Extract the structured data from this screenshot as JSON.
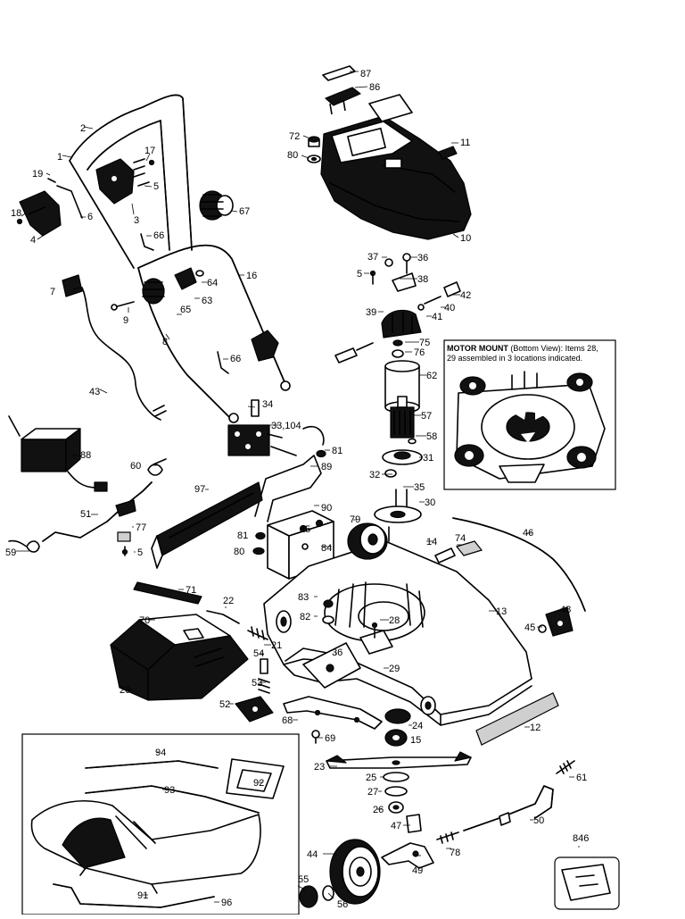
{
  "inset_motor_mount": {
    "title_bold": "MOTOR MOUNT",
    "title_rest": " (Bottom View): Items 28,",
    "line2": "29 assembled in 3 locations indicated."
  },
  "parts": [
    {
      "id": "p87",
      "label": "87"
    },
    {
      "id": "p86",
      "label": "86"
    },
    {
      "id": "p72",
      "label": "72"
    },
    {
      "id": "p80a",
      "label": "80"
    },
    {
      "id": "p11",
      "label": "11"
    },
    {
      "id": "p10",
      "label": "10"
    },
    {
      "id": "p2",
      "label": "2"
    },
    {
      "id": "p1",
      "label": "1"
    },
    {
      "id": "p17",
      "label": "17"
    },
    {
      "id": "p19",
      "label": "19"
    },
    {
      "id": "p5a",
      "label": "5"
    },
    {
      "id": "p6",
      "label": "6"
    },
    {
      "id": "p18",
      "label": "18"
    },
    {
      "id": "p3",
      "label": "3"
    },
    {
      "id": "p4",
      "label": "4"
    },
    {
      "id": "p67",
      "label": "67"
    },
    {
      "id": "p66a",
      "label": "66"
    },
    {
      "id": "p16",
      "label": "16"
    },
    {
      "id": "p64",
      "label": "64"
    },
    {
      "id": "p7",
      "label": "7"
    },
    {
      "id": "p63",
      "label": "63"
    },
    {
      "id": "p9",
      "label": "9"
    },
    {
      "id": "p65",
      "label": "65"
    },
    {
      "id": "p8",
      "label": "8"
    },
    {
      "id": "p66b",
      "label": "66"
    },
    {
      "id": "p43",
      "label": "43"
    },
    {
      "id": "p34",
      "label": "34"
    },
    {
      "id": "p33",
      "label": "33,104"
    },
    {
      "id": "p88",
      "label": "88"
    },
    {
      "id": "p81a",
      "label": "81"
    },
    {
      "id": "p89",
      "label": "89"
    },
    {
      "id": "p60",
      "label": "60"
    },
    {
      "id": "p97",
      "label": "97"
    },
    {
      "id": "p90",
      "label": "90"
    },
    {
      "id": "p51",
      "label": "51"
    },
    {
      "id": "p77",
      "label": "77"
    },
    {
      "id": "p5b",
      "label": "5"
    },
    {
      "id": "p59",
      "label": "59"
    },
    {
      "id": "p81b",
      "label": "81"
    },
    {
      "id": "p85",
      "label": "85"
    },
    {
      "id": "p80b",
      "label": "80"
    },
    {
      "id": "p84",
      "label": "84"
    },
    {
      "id": "p79",
      "label": "79"
    },
    {
      "id": "p37",
      "label": "37"
    },
    {
      "id": "p36a",
      "label": "36"
    },
    {
      "id": "p5c",
      "label": "5"
    },
    {
      "id": "p38",
      "label": "38"
    },
    {
      "id": "p42",
      "label": "42"
    },
    {
      "id": "p40",
      "label": "40"
    },
    {
      "id": "p39",
      "label": "39"
    },
    {
      "id": "p41",
      "label": "41"
    },
    {
      "id": "p75",
      "label": "75"
    },
    {
      "id": "p76",
      "label": "76"
    },
    {
      "id": "p62",
      "label": "62"
    },
    {
      "id": "p57",
      "label": "57"
    },
    {
      "id": "p58",
      "label": "58"
    },
    {
      "id": "p31",
      "label": "31"
    },
    {
      "id": "p32",
      "label": "32"
    },
    {
      "id": "p35",
      "label": "35"
    },
    {
      "id": "p30",
      "label": "30"
    },
    {
      "id": "p46",
      "label": "46"
    },
    {
      "id": "p14",
      "label": "14"
    },
    {
      "id": "p74",
      "label": "74"
    },
    {
      "id": "p71",
      "label": "71"
    },
    {
      "id": "p22",
      "label": "22"
    },
    {
      "id": "p83",
      "label": "83"
    },
    {
      "id": "p82",
      "label": "82"
    },
    {
      "id": "p13",
      "label": "13"
    },
    {
      "id": "p48",
      "label": "48"
    },
    {
      "id": "p45",
      "label": "45"
    },
    {
      "id": "p70",
      "label": "70"
    },
    {
      "id": "p21",
      "label": "21"
    },
    {
      "id": "p28",
      "label": "28"
    },
    {
      "id": "p36b",
      "label": "36"
    },
    {
      "id": "p29",
      "label": "29"
    },
    {
      "id": "p54",
      "label": "54"
    },
    {
      "id": "p20",
      "label": "20"
    },
    {
      "id": "p53",
      "label": "53"
    },
    {
      "id": "p52",
      "label": "52"
    },
    {
      "id": "p68",
      "label": "68"
    },
    {
      "id": "p24",
      "label": "24"
    },
    {
      "id": "p12",
      "label": "12"
    },
    {
      "id": "p69",
      "label": "69"
    },
    {
      "id": "p15",
      "label": "15"
    },
    {
      "id": "p94",
      "label": "94"
    },
    {
      "id": "p23",
      "label": "23"
    },
    {
      "id": "p61",
      "label": "61"
    },
    {
      "id": "p92",
      "label": "92"
    },
    {
      "id": "p25",
      "label": "25"
    },
    {
      "id": "p93",
      "label": "93"
    },
    {
      "id": "p27",
      "label": "27"
    },
    {
      "id": "p26",
      "label": "26"
    },
    {
      "id": "p50",
      "label": "50"
    },
    {
      "id": "p47",
      "label": "47"
    },
    {
      "id": "p846",
      "label": "846"
    },
    {
      "id": "p44",
      "label": "44"
    },
    {
      "id": "p49",
      "label": "49"
    },
    {
      "id": "p78",
      "label": "78"
    },
    {
      "id": "p55",
      "label": "55"
    },
    {
      "id": "p91",
      "label": "91"
    },
    {
      "id": "p56",
      "label": "56"
    },
    {
      "id": "p96",
      "label": "96"
    }
  ]
}
